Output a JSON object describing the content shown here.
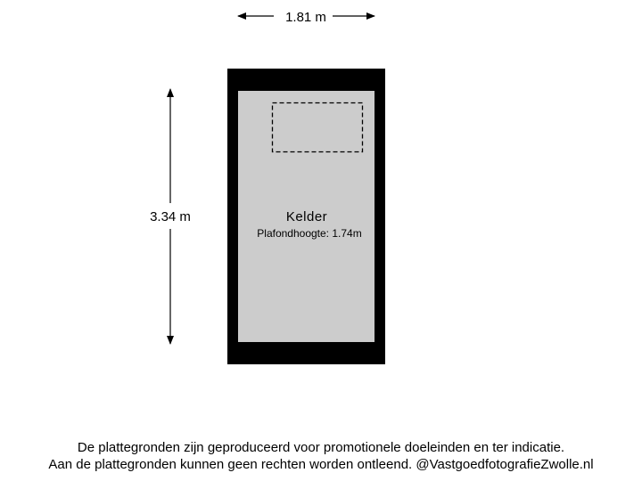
{
  "dimensions": {
    "width_label": "1.81 m",
    "height_label": "3.34 m"
  },
  "room": {
    "name": "Kelder",
    "ceiling_height": "Plafondhoogte: 1.74m"
  },
  "disclaimer": {
    "line1": "De plattegronden zijn geproduceerd voor promotionele doeleinden en ter indicatie.",
    "line2": "Aan de plattegronden kunnen geen rechten worden ontleend. @VastgoedfotografieZwolle.nl"
  },
  "colors": {
    "wall": "#000000",
    "floor": "#cccccc",
    "background": "#ffffff"
  }
}
